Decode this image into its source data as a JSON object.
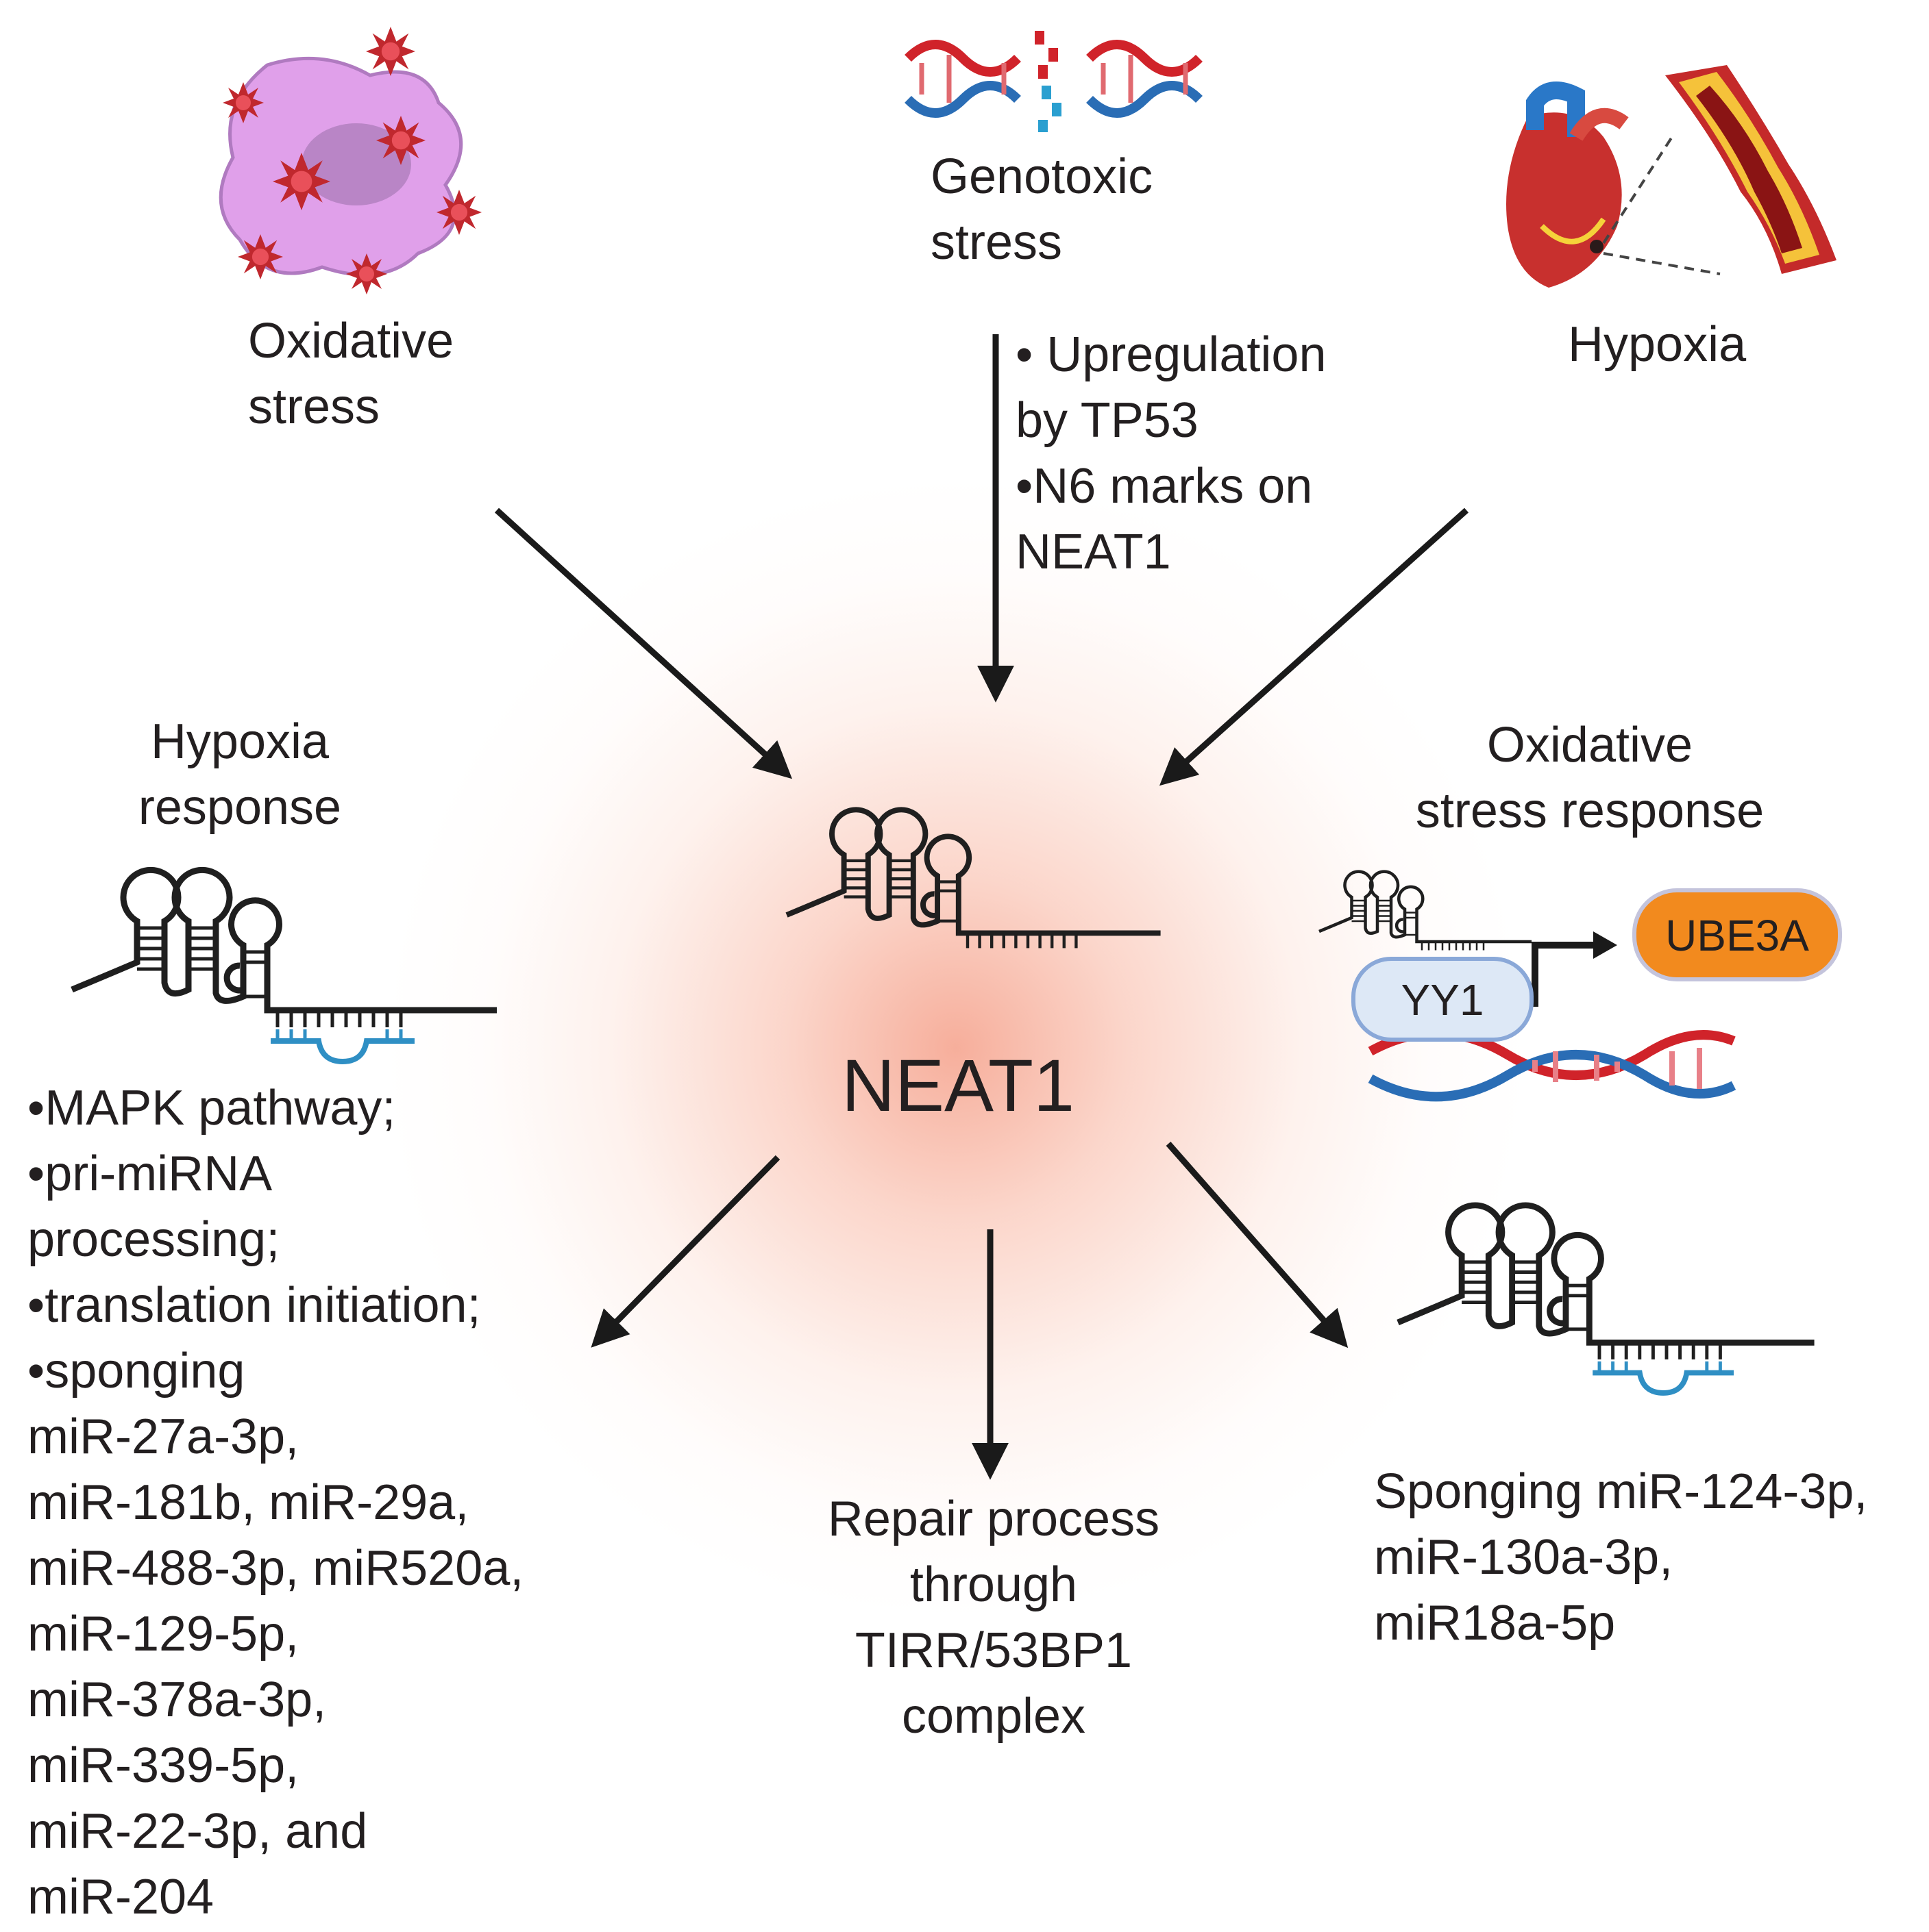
{
  "nodes": {
    "top_left": "Oxidative\nstress",
    "top_center": "Genotoxic\nstress",
    "top_right": "Hypoxia",
    "center": "NEAT1",
    "upregulation": "• Upregulation\nby TP53\n•N6 marks on\nNEAT1",
    "mid_left": "Hypoxia\nresponse",
    "mid_right": "Oxidative\nstress response",
    "bottom_left": "•MAPK pathway;\n•pri-miRNA\nprocessing;\n•translation initiation;\n•sponging\nmiR-27a-3p,\nmiR-181b, miR-29a,\nmiR-488-3p, miR520a,\nmiR-129-5p,\nmiR-378a-3p,\nmiR-339-5p,\nmiR-22-3p, and\nmiR-204",
    "bottom_center": "Repair process\nthrough\nTIRR/53BP1\ncomplex",
    "bottom_right": "Sponging miR-124-3p,\nmiR-130a-3p,\nmiR18a-5p",
    "yy1": "YY1",
    "ube3a": "UBE3A"
  },
  "icons": [
    "oxidative-cell-icon",
    "dna-break-icon",
    "heart-artery-icon",
    "rna-hairpin-icon",
    "dna-helix-icon",
    "promoter-arrow-icon"
  ],
  "colors": {
    "arrow": "#1a1a1a",
    "glow": "#f6aa96",
    "cell": "#e0a0ea",
    "ros": "#c0282e",
    "dna_red": "#d0232a",
    "dna_blue": "#2a6db5",
    "mirna": "#2f8fc4",
    "yy1_fill": "#dde8f6",
    "ube3a_fill": "#f28a1e"
  }
}
